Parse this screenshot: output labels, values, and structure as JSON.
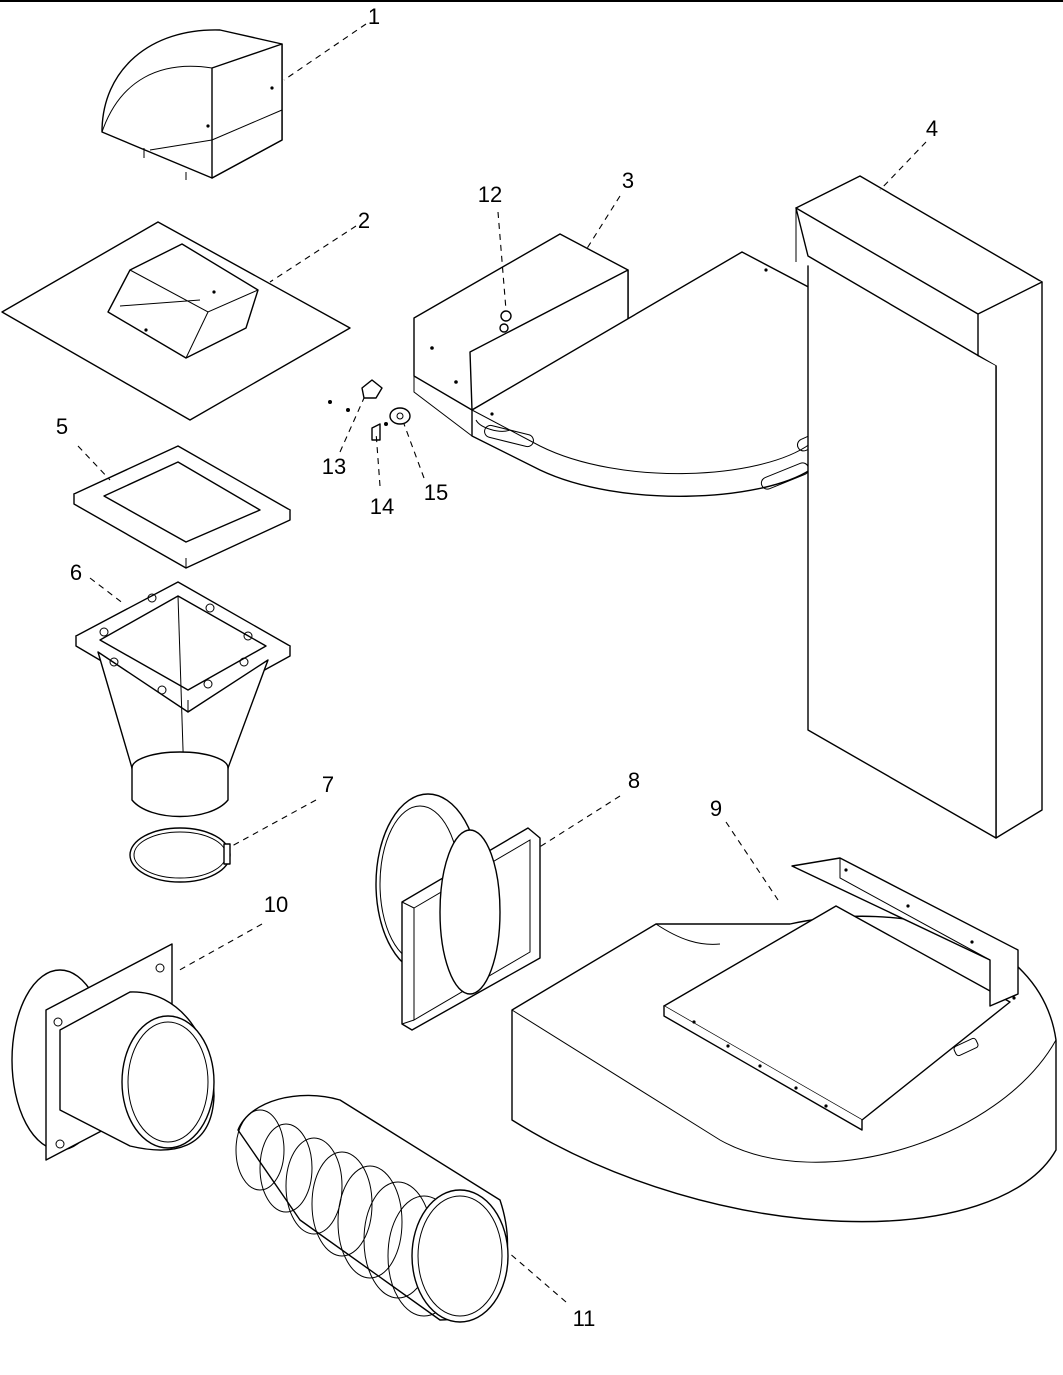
{
  "callouts": [
    "1",
    "2",
    "3",
    "4",
    "5",
    "6",
    "7",
    "8",
    "9",
    "10",
    "11",
    "12",
    "13",
    "14",
    "15"
  ],
  "colors": {
    "line": "#000000",
    "background": "#ffffff"
  }
}
